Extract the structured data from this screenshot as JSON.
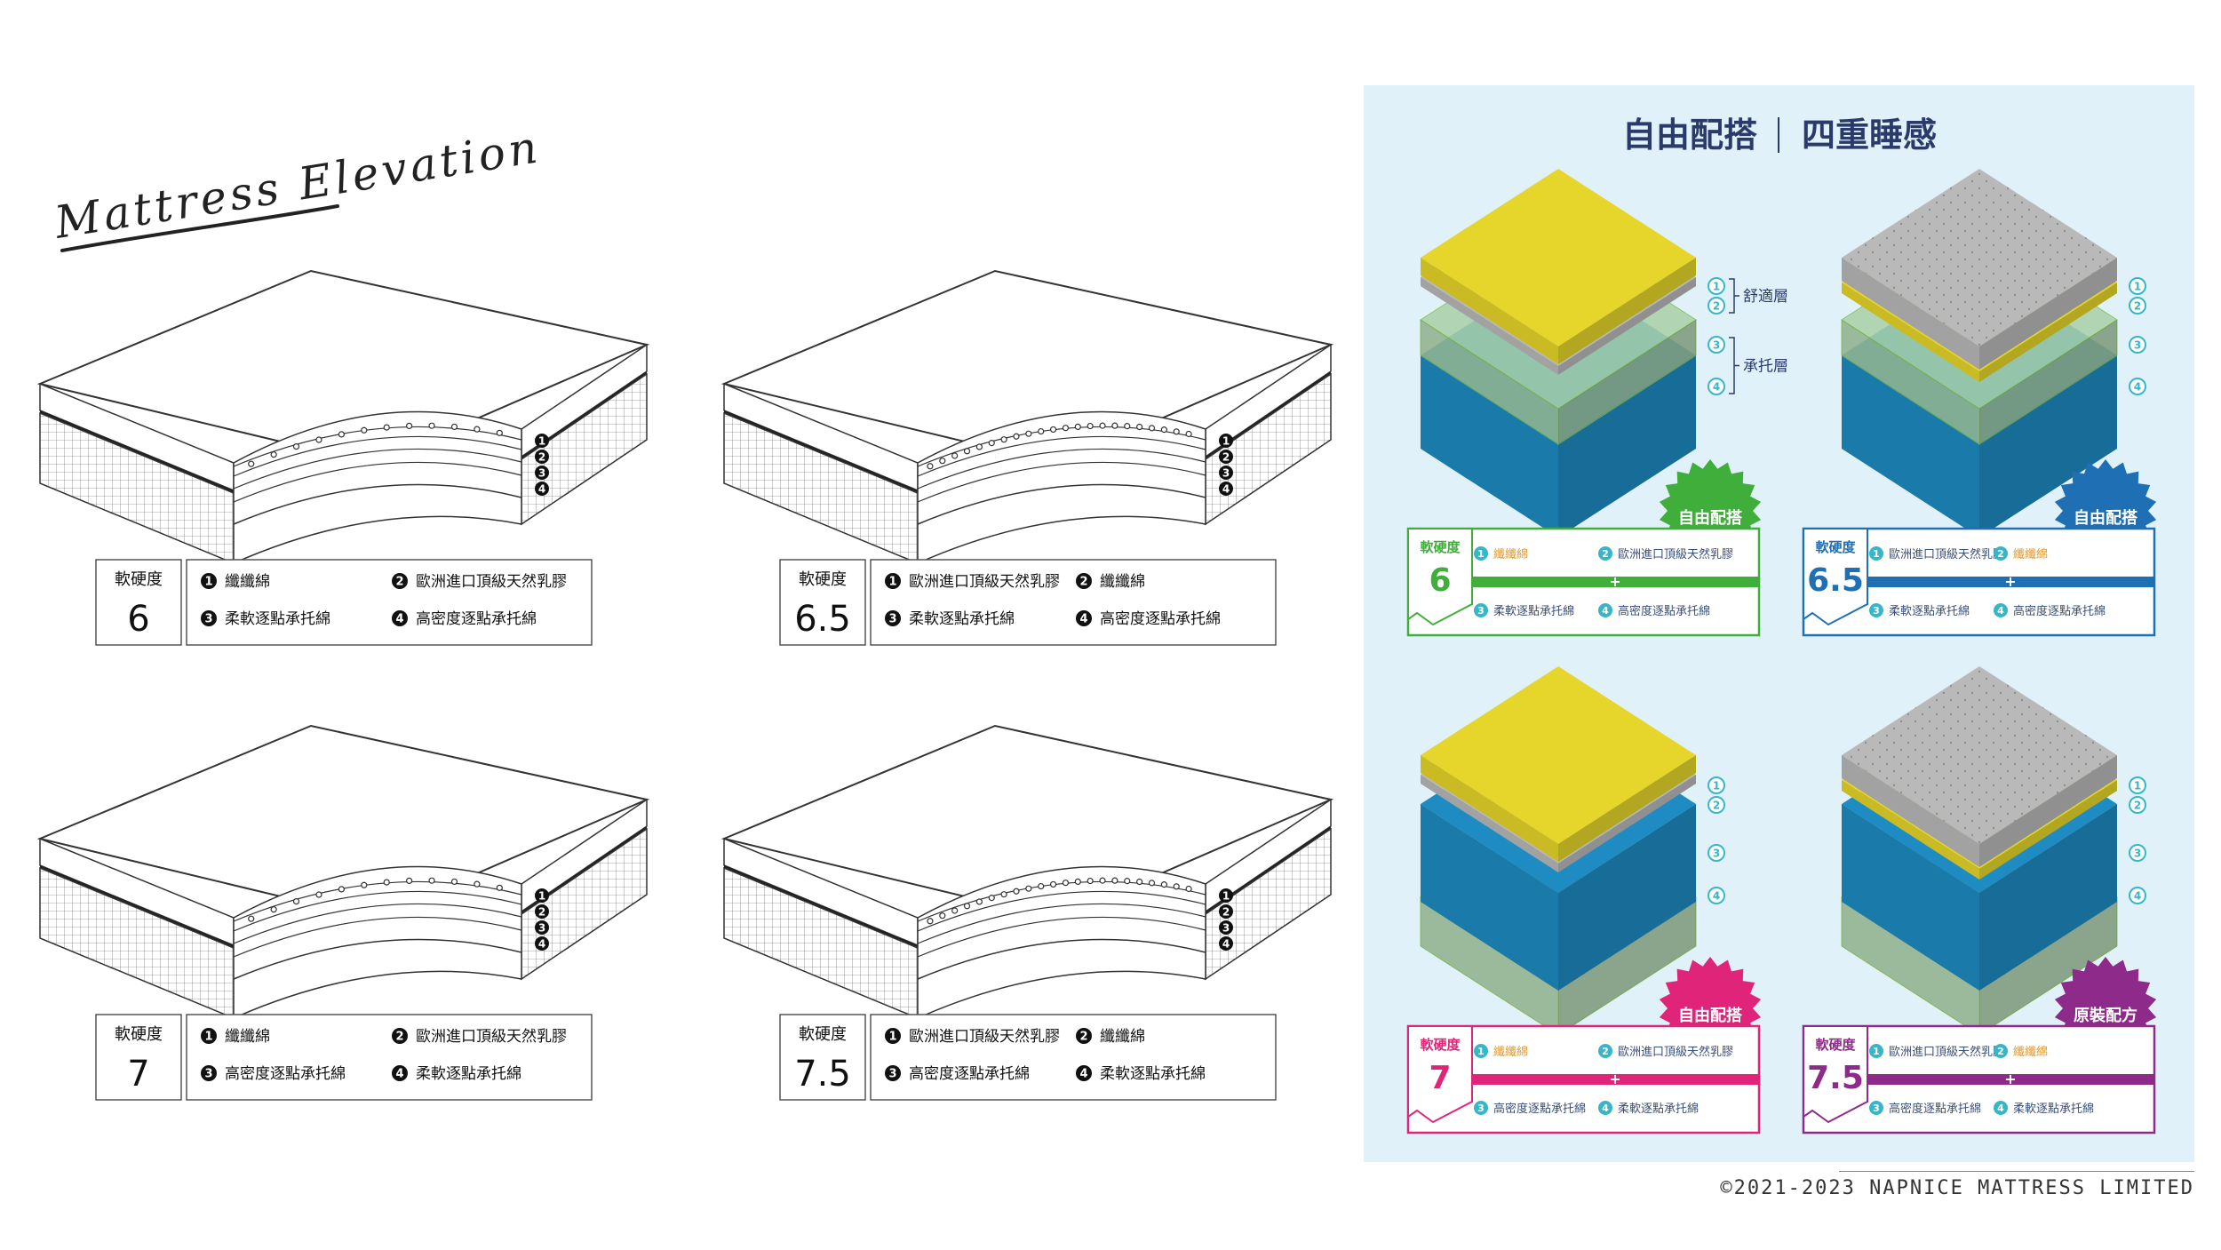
{
  "header": {
    "handwritten_title": "Mattress Elevation"
  },
  "right_panel": {
    "title_left": "自由配搭",
    "title_right": "四重睡感",
    "labels": {
      "comfort": "舒適層",
      "support": "承托層"
    }
  },
  "firmness_label": "軟硬度",
  "elevations": [
    {
      "firmness": "6",
      "layers": [
        "纖纖綿",
        "歐洲進口頂級天然乳膠",
        "柔軟逐點承托綿",
        "高密度逐點承托綿"
      ]
    },
    {
      "firmness": "6.5",
      "layers": [
        "歐洲進口頂級天然乳膠",
        "纖纖綿",
        "柔軟逐點承托綿",
        "高密度逐點承托綿"
      ]
    },
    {
      "firmness": "7",
      "layers": [
        "纖纖綿",
        "歐洲進口頂級天然乳膠",
        "高密度逐點承托綿",
        "柔軟逐點承托綿"
      ]
    },
    {
      "firmness": "7.5",
      "layers": [
        "歐洲進口頂級天然乳膠",
        "纖纖綿",
        "高密度逐點承托綿",
        "柔軟逐點承托綿"
      ]
    }
  ],
  "cards": [
    {
      "firmness": "6",
      "badge": "自由配搭",
      "accent": "#3fae3a",
      "l1": "纖纖綿",
      "l2": "歐洲進口頂級天然乳膠",
      "l3": "柔軟逐點承托綿",
      "l4": "高密度逐點承托綿"
    },
    {
      "firmness": "6.5",
      "badge": "自由配搭",
      "accent": "#1f6fb5",
      "l1": "歐洲進口頂級天然乳膠",
      "l2": "纖纖綿",
      "l3": "柔軟逐點承托綿",
      "l4": "高密度逐點承托綿"
    },
    {
      "firmness": "7",
      "badge": "自由配搭",
      "accent": "#e0247a",
      "l1": "纖纖綿",
      "l2": "歐洲進口頂級天然乳膠",
      "l3": "高密度逐點承托綿",
      "l4": "柔軟逐點承托綿"
    },
    {
      "firmness": "7.5",
      "badge": "原裝配方",
      "accent": "#8e2a8a",
      "l1": "歐洲進口頂級天然乳膠",
      "l2": "纖纖綿",
      "l3": "高密度逐點承托綿",
      "l4": "柔軟逐點承托綿"
    }
  ],
  "plus_sign": "+",
  "copyright": "©2021-2023 NAPNICE MATTRESS LIMITED",
  "colors": {
    "panel_bg": "#e1f1fa",
    "fiber_yellow": "#e6d52a",
    "latex_gray": "#b9b9b9",
    "foam_blue": "#1e8cc2",
    "soft_green": "#a9cfa6",
    "marker_teal": "#38b6c9",
    "title_navy": "#2a3b6b",
    "fiber_text": "#e39a2f"
  }
}
